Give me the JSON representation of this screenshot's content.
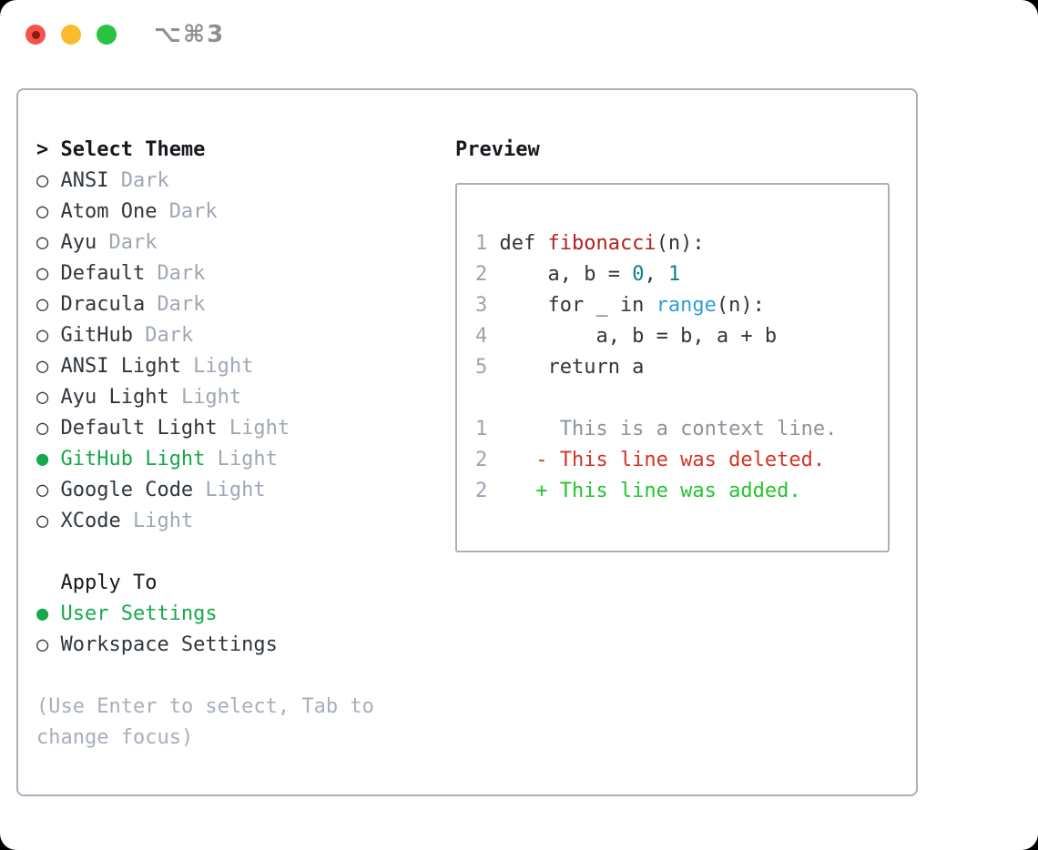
{
  "window": {
    "title": "⌥⌘3",
    "traffic_lights": [
      "close",
      "minimize",
      "zoom"
    ]
  },
  "colors": {
    "text": "#2f363d",
    "heading": "#15181c",
    "muted": "#9ea8b4",
    "hint": "#a6afbb",
    "ln": "#9aa4b1",
    "ctx": "#8b939b",
    "green": "#17a84b",
    "add": "#26c32f",
    "del": "#d23526",
    "func": "#b0211f",
    "tnum": "#0e7f80",
    "builtin": "#2d9fd5",
    "border": "#a8b0bc",
    "title-gray": "#8d9196",
    "dot-red": "#f4534b",
    "dot-red-inner": "#881d15",
    "dot-yellow": "#fcbb2d",
    "dot-green": "#29c340"
  },
  "left": {
    "prompt": ">",
    "header": "Select Theme",
    "radio_on": "●",
    "radio_off": "○",
    "themes": [
      {
        "name": "ANSI",
        "variant": "Dark",
        "selected": false
      },
      {
        "name": "Atom One",
        "variant": "Dark",
        "selected": false
      },
      {
        "name": "Ayu",
        "variant": "Dark",
        "selected": false
      },
      {
        "name": "Default",
        "variant": "Dark",
        "selected": false
      },
      {
        "name": "Dracula",
        "variant": "Dark",
        "selected": false
      },
      {
        "name": "GitHub",
        "variant": "Dark",
        "selected": false
      },
      {
        "name": "ANSI Light",
        "variant": "Light",
        "selected": false
      },
      {
        "name": "Ayu Light",
        "variant": "Light",
        "selected": false
      },
      {
        "name": "Default Light",
        "variant": "Light",
        "selected": false
      },
      {
        "name": "GitHub Light",
        "variant": "Light",
        "selected": true
      },
      {
        "name": "Google Code",
        "variant": "Light",
        "selected": false
      },
      {
        "name": "XCode",
        "variant": "Light",
        "selected": false
      }
    ],
    "apply_header": "Apply To",
    "apply_options": [
      {
        "name": "User Settings",
        "selected": true
      },
      {
        "name": "Workspace Settings",
        "selected": false
      }
    ],
    "hint": "(Use Enter to select, Tab to change focus)"
  },
  "preview": {
    "title": "Preview",
    "lines": [
      {
        "num": "1",
        "kind": "code",
        "segments": [
          {
            "text": "def ",
            "cls": "plain"
          },
          {
            "text": "fibonacci",
            "cls": "func"
          },
          {
            "text": "(n):",
            "cls": "plain"
          }
        ]
      },
      {
        "num": "2",
        "kind": "code",
        "segments": [
          {
            "text": "    a, b = ",
            "cls": "plain"
          },
          {
            "text": "0",
            "cls": "num"
          },
          {
            "text": ", ",
            "cls": "plain"
          },
          {
            "text": "1",
            "cls": "num"
          }
        ]
      },
      {
        "num": "3",
        "kind": "code",
        "segments": [
          {
            "text": "    for _ in ",
            "cls": "plain"
          },
          {
            "text": "range",
            "cls": "builtin"
          },
          {
            "text": "(n):",
            "cls": "plain"
          }
        ]
      },
      {
        "num": "4",
        "kind": "code",
        "segments": [
          {
            "text": "        a, b = b, a + b",
            "cls": "plain"
          }
        ]
      },
      {
        "num": "5",
        "kind": "code",
        "segments": [
          {
            "text": "    return a",
            "cls": "plain"
          }
        ]
      },
      {
        "num": "",
        "kind": "blank",
        "segments": []
      },
      {
        "num": "1",
        "kind": "diff-context",
        "segments": [
          {
            "text": "     This is a context line.",
            "cls": "ctx"
          }
        ]
      },
      {
        "num": "2",
        "kind": "diff-deleted",
        "segments": [
          {
            "text": "   - This line was deleted.",
            "cls": "del"
          }
        ]
      },
      {
        "num": "2",
        "kind": "diff-added",
        "segments": [
          {
            "text": "   + This line was added.",
            "cls": "add"
          }
        ]
      }
    ]
  }
}
